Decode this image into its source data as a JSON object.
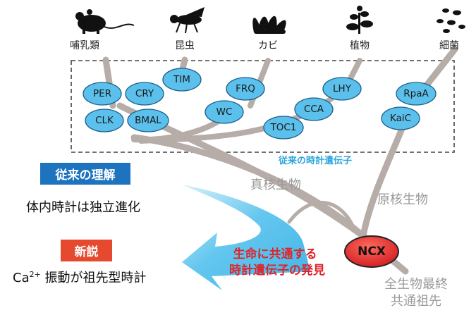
{
  "organisms": [
    {
      "label": "哺乳類",
      "icon": "mouse-icon"
    },
    {
      "label": "昆虫",
      "icon": "fly-icon"
    },
    {
      "label": "カビ",
      "icon": "mold-icon"
    },
    {
      "label": "植物",
      "icon": "plant-icon"
    },
    {
      "label": "細菌",
      "icon": "bacteria-icon"
    }
  ],
  "genes": [
    "PER",
    "CRY",
    "TIM",
    "CLK",
    "BMAL",
    "FRQ",
    "WC",
    "LHY",
    "CCA",
    "TOC1",
    "RpaA",
    "KaiC"
  ],
  "labels": {
    "conventional_genes": "従来の時計遺伝子",
    "eukaryote": "真核生物",
    "prokaryote": "原核生物",
    "luca_line1": "全生物最終",
    "luca_line2": "共通祖先",
    "ncx": "NCX",
    "finding_line1": "生命に共通する",
    "finding_line2": "時計遺伝子の発見"
  },
  "old_view": {
    "title": "従来の理解",
    "text": "体内時計は独立進化"
  },
  "new_view": {
    "title": "新説",
    "text_pre": "Ca",
    "text_sup": "2+",
    "text_post": " 振動が祖先型時計"
  },
  "colors": {
    "gene_fill": "#5bc0eb",
    "branch": "#b6aca8",
    "arrow": "#5cc4ee",
    "ncx_fill": "#e0232a",
    "old_box": "#1e73be",
    "new_box": "#e54a2e"
  }
}
